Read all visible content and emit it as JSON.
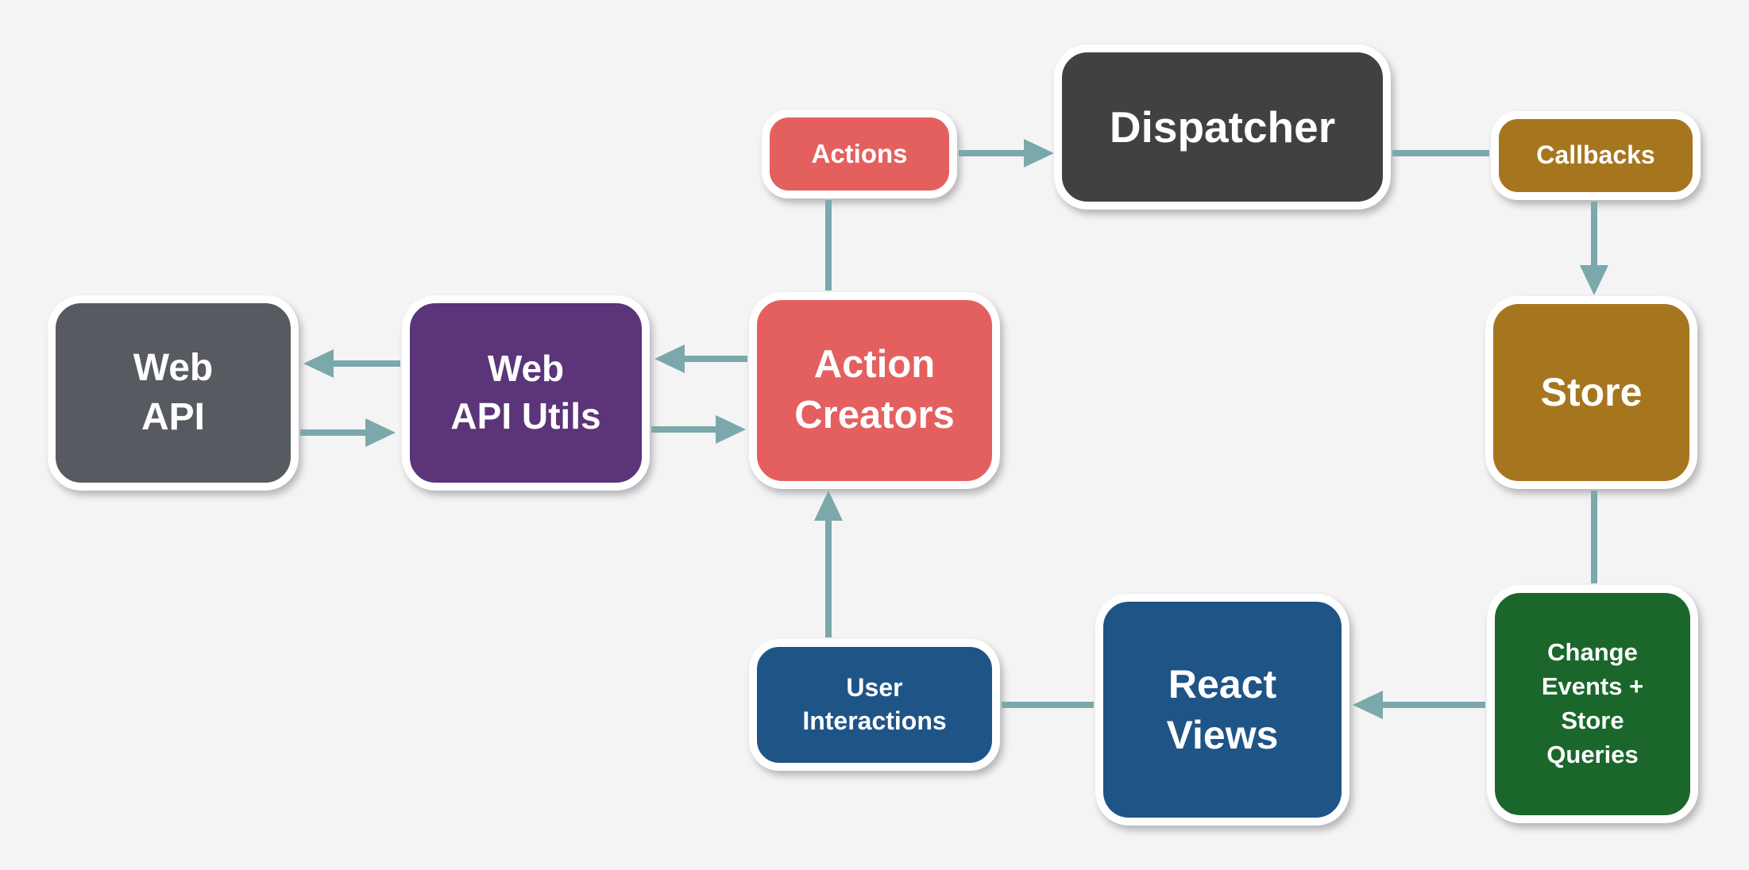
{
  "diagram": {
    "background_color": "#f5f4f5",
    "arrow_color": "#7aa8ab",
    "node_border_color": "#ffffff",
    "text_color": "#ffffff",
    "nodes": [
      {
        "id": "actions",
        "lines": [
          "Actions"
        ],
        "color": "#e4605f"
      },
      {
        "id": "dispatcher",
        "lines": [
          "Dispatcher"
        ],
        "color": "#434041"
      },
      {
        "id": "callbacks",
        "lines": [
          "Callbacks"
        ],
        "color": "#a6761f"
      },
      {
        "id": "store",
        "lines": [
          "Store"
        ],
        "color": "#a6761f"
      },
      {
        "id": "change-events",
        "lines": [
          "Change",
          "Events +",
          "Store",
          "Queries"
        ],
        "color": "#1b672b"
      },
      {
        "id": "react-views",
        "lines": [
          "React",
          "Views"
        ],
        "color": "#1f5487"
      },
      {
        "id": "user-interactions",
        "lines": [
          "User",
          "Interactions"
        ],
        "color": "#1f5487"
      },
      {
        "id": "action-creators",
        "lines": [
          "Action",
          "Creators"
        ],
        "color": "#e4605f"
      },
      {
        "id": "web-api-utils",
        "lines": [
          "Web",
          "API Utils"
        ],
        "color": "#5b3479"
      },
      {
        "id": "web-api",
        "lines": [
          "Web",
          "API"
        ],
        "color": "#575a60"
      }
    ],
    "connectors": [
      {
        "from": "actions",
        "to": "dispatcher",
        "arrowhead": "right"
      },
      {
        "from": "dispatcher",
        "to": "callbacks",
        "arrowhead": "none"
      },
      {
        "from": "callbacks",
        "to": "store",
        "arrowhead": "down"
      },
      {
        "from": "store",
        "to": "change-events",
        "arrowhead": "none"
      },
      {
        "from": "change-events",
        "to": "react-views",
        "arrowhead": "left"
      },
      {
        "from": "react-views",
        "to": "user-interactions",
        "arrowhead": "none"
      },
      {
        "from": "user-interactions",
        "to": "action-creators",
        "arrowhead": "up"
      },
      {
        "from": "action-creators",
        "to": "actions",
        "arrowhead": "none"
      },
      {
        "from": "action-creators",
        "to": "web-api-utils",
        "arrowhead": "left"
      },
      {
        "from": "web-api-utils",
        "to": "action-creators",
        "arrowhead": "right"
      },
      {
        "from": "web-api-utils",
        "to": "web-api",
        "arrowhead": "left"
      },
      {
        "from": "web-api",
        "to": "web-api-utils",
        "arrowhead": "right"
      }
    ]
  }
}
